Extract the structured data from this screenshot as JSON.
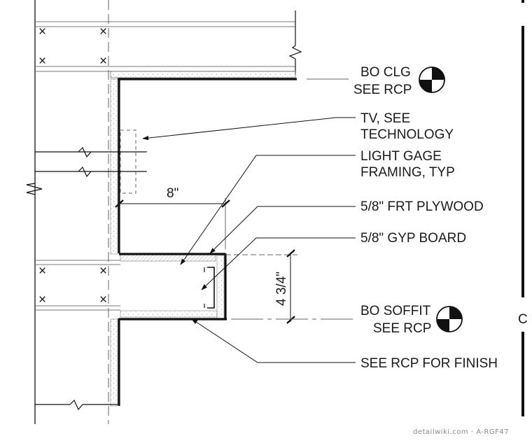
{
  "labels": {
    "bo_clg_line1": "BO CLG",
    "bo_clg_line2": "SEE RCP",
    "tv_line1": "TV, SEE",
    "tv_line2": "TECHNOLOGY",
    "framing_line1": "LIGHT GAGE",
    "framing_line2": "FRAMING, TYP",
    "plywood": "5/8\" FRT PLYWOOD",
    "gyp_board": "5/8\" GYP BOARD",
    "bo_soffit_line1": "BO SOFFIT",
    "bo_soffit_line2": "SEE RCP",
    "finish": "SEE RCP FOR FINISH",
    "grid_letter": "C"
  },
  "dimensions": {
    "width": "8\"",
    "height": "4 3/4\""
  },
  "watermark": "detailwiki.com · A-RGF47",
  "colors": {
    "line": "#111111",
    "thin": "#555555",
    "stipple": "#9a9a9a"
  }
}
